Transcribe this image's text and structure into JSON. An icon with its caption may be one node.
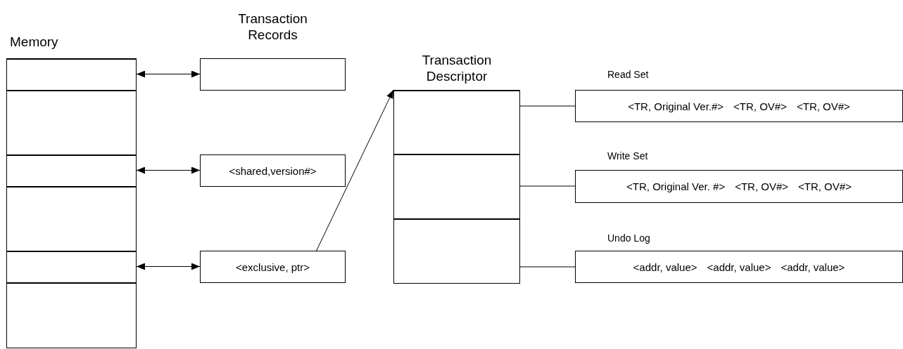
{
  "diagram": {
    "nodes": [
      {
        "text": [
          "Memory"
        ]
      },
      {
        "text": [],
        "shape": "box",
        "in": 0
      },
      {
        "text": [],
        "shape": "box",
        "in": 0
      },
      {
        "text": [],
        "shape": "box",
        "in": 0
      },
      {
        "text": [],
        "shape": "box",
        "in": 0
      },
      {
        "text": [],
        "shape": "box",
        "in": 0
      },
      {
        "text": [],
        "shape": "box",
        "in": 0
      },
      {
        "text": [
          "Transaction Records"
        ]
      },
      {
        "text": [
          "<shared,version#>"
        ]
      },
      {
        "text": [
          "<exclusive,  ptr>"
        ]
      },
      {
        "text": [
          "Transaction Descriptor"
        ]
      },
      {
        "text": [],
        "shape": "box",
        "in": 10
      },
      {
        "text": [],
        "shape": "box",
        "in": 10
      },
      {
        "text": [],
        "shape": "box",
        "in": 10
      },
      {
        "text": [
          "Read Set",
          "<TR, Original Ver.#>",
          "<TR, OV#>",
          "<TR, OV#>"
        ]
      },
      {
        "text": [
          "Write Set",
          "<TR, Original Ver. #>",
          "<TR, OV#>",
          "<TR, OV#>"
        ]
      },
      {
        "text": [
          "Undo Log",
          "<addr, value>",
          "<addr, value>",
          "<addr, value>"
        ]
      }
    ],
    "edges": [
      {
        "from": 1,
        "to": 7,
        "arrow": "both"
      },
      {
        "from": 3,
        "to": 8,
        "arrow": "both"
      },
      {
        "from": 5,
        "to": 9,
        "arrow": "both"
      },
      {
        "from": 9,
        "to": 10,
        "arrow": "to"
      },
      {
        "from": 11,
        "to": 14,
        "arrow": "none"
      },
      {
        "from": 12,
        "to": 15,
        "arrow": "none"
      },
      {
        "from": 13,
        "to": 16,
        "arrow": "none"
      }
    ]
  }
}
